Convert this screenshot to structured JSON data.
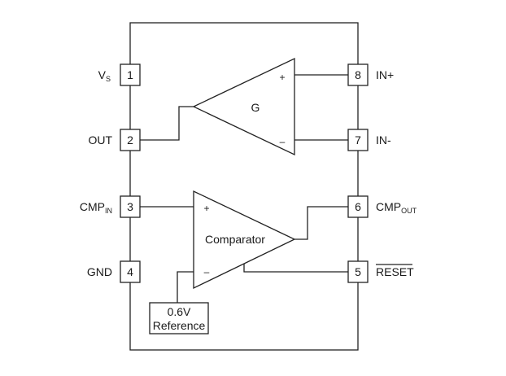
{
  "pins": {
    "p1": {
      "number": "1",
      "label": "V",
      "sub": "S"
    },
    "p2": {
      "number": "2",
      "label": "OUT"
    },
    "p3": {
      "number": "3",
      "label": "CMP",
      "sub": "IN"
    },
    "p4": {
      "number": "4",
      "label": "GND"
    },
    "p5": {
      "number": "5",
      "label": "RESET"
    },
    "p6": {
      "number": "6",
      "label": "CMP",
      "sub": "OUT"
    },
    "p7": {
      "number": "7",
      "label": "IN-"
    },
    "p8": {
      "number": "8",
      "label": "IN+"
    }
  },
  "amplifier": {
    "label": "G",
    "plus": "+",
    "minus": "–"
  },
  "comparator": {
    "label": "Comparator",
    "plus": "+",
    "minus": "–"
  },
  "reference": {
    "line1": "0.6V",
    "line2": "Reference"
  },
  "colors": {
    "line": "#222222",
    "text": "#1a1a1a",
    "background": "#ffffff"
  }
}
